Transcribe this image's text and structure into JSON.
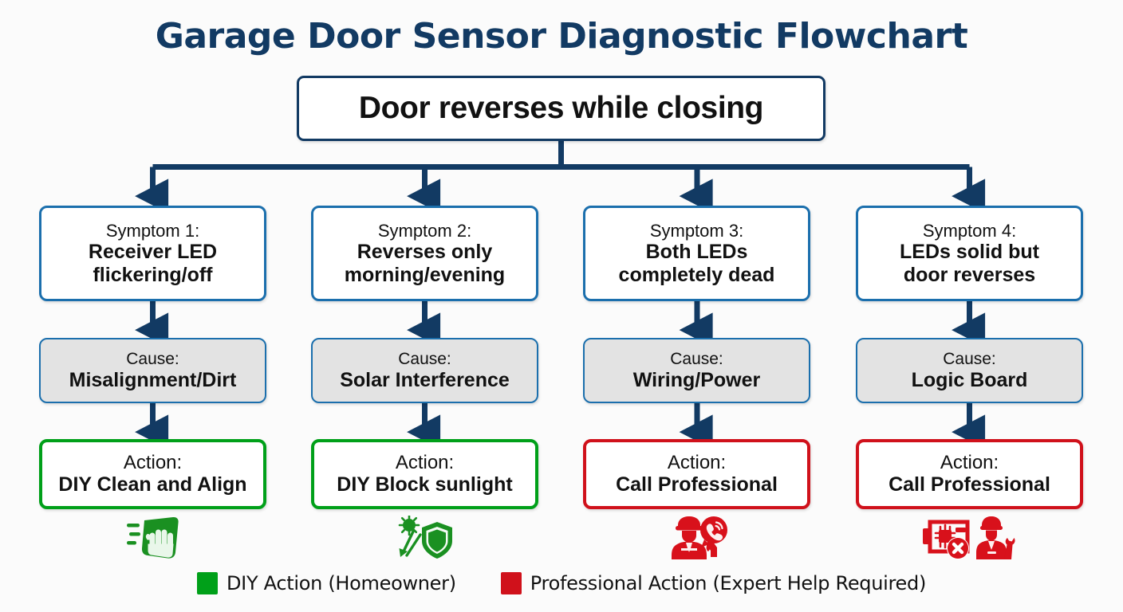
{
  "title": "Garage Door Sensor Diagnostic Flowchart",
  "colors": {
    "title": "#123a63",
    "connector": "#123a63",
    "root_border": "#123a63",
    "symptom_border": "#1b6fad",
    "cause_border": "#1b6fad",
    "cause_fill": "#e3e3e3",
    "diy_green": "#00a019",
    "professional_red": "#d0111b",
    "background": "#fbfbfb"
  },
  "root": {
    "label": "Door reverses while closing"
  },
  "branches": [
    {
      "symptom": {
        "top": "Symptom 1:",
        "line1": "Receiver LED",
        "line2": "flickering/off"
      },
      "cause": {
        "top": "Cause:",
        "line1": "Misalignment/Dirt"
      },
      "action": {
        "top": "Action:",
        "line1": "DIY Clean and Align",
        "type": "diy"
      },
      "icon": {
        "name": "cleaning-cloth-hand-icon",
        "color": "#1a9021"
      }
    },
    {
      "symptom": {
        "top": "Symptom 2:",
        "line1": "Reverses only",
        "line2": "morning/evening"
      },
      "cause": {
        "top": "Cause:",
        "line1": "Solar Interference"
      },
      "action": {
        "top": "Action:",
        "line1": "DIY Block sunlight",
        "type": "diy"
      },
      "icon": {
        "name": "sun-shield-icon",
        "color": "#1a9021"
      }
    },
    {
      "symptom": {
        "top": "Symptom 3:",
        "line1": "Both LEDs",
        "line2": "completely dead"
      },
      "cause": {
        "top": "Cause:",
        "line1": "Wiring/Power"
      },
      "action": {
        "top": "Action:",
        "line1": "Call Professional",
        "type": "professional"
      },
      "icon": {
        "name": "technician-phone-icon",
        "color": "#d8111b"
      }
    },
    {
      "symptom": {
        "top": "Symptom 4:",
        "line1": "LEDs solid but",
        "line2": "door reverses"
      },
      "cause": {
        "top": "Cause:",
        "line1": "Logic Board"
      },
      "action": {
        "top": "Action:",
        "line1": "Call Professional",
        "type": "professional"
      },
      "icon": {
        "name": "circuit-board-error-technician-icon",
        "color": "#d8111b"
      }
    }
  ],
  "legend": [
    {
      "swatch_color": "#00a019",
      "label": "DIY Action (Homeowner)"
    },
    {
      "swatch_color": "#d0111b",
      "label": "Professional Action (Expert Help Required)"
    }
  ]
}
